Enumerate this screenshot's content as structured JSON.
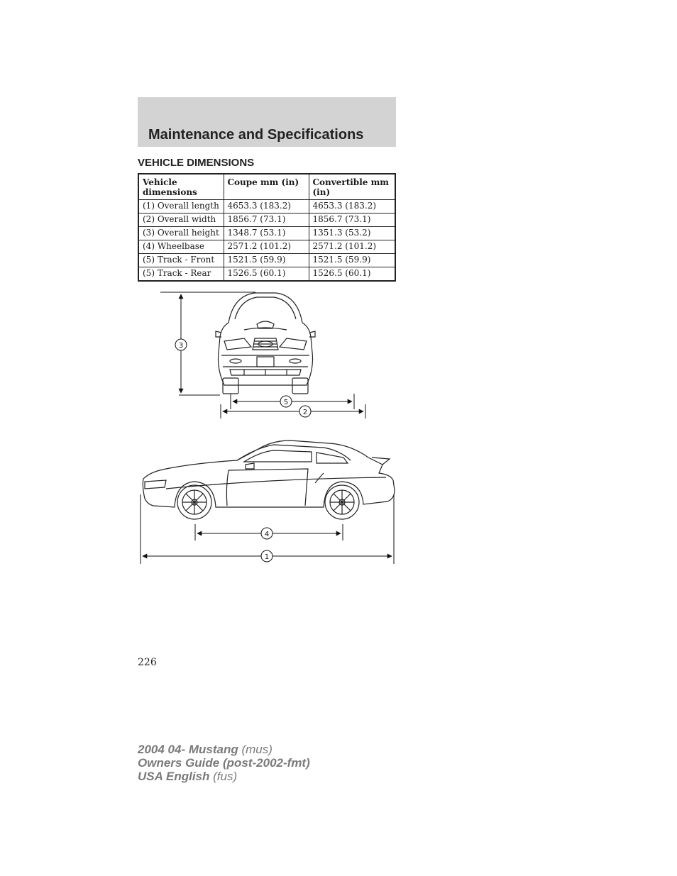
{
  "header": {
    "title": "Maintenance and Specifications"
  },
  "section": {
    "heading": "VEHICLE DIMENSIONS"
  },
  "table": {
    "columns": [
      "Vehicle dimensions",
      "Coupe mm (in)",
      "Convertible mm (in)"
    ],
    "rows": [
      [
        "(1) Overall length",
        "4653.3 (183.2)",
        "4653.3 (183.2)"
      ],
      [
        "(2) Overall width",
        "1856.7 (73.1)",
        "1856.7 (73.1)"
      ],
      [
        "(3) Overall height",
        "1348.7 (53.1)",
        "1351.3 (53.2)"
      ],
      [
        "(4) Wheelbase",
        "2571.2 (101.2)",
        "2571.2 (101.2)"
      ],
      [
        "(5) Track - Front",
        "1521.5 (59.9)",
        "1521.5 (59.9)"
      ],
      [
        "(5) Track - Rear",
        "1526.5 (60.1)",
        "1526.5 (60.1)"
      ]
    ]
  },
  "diagram": {
    "callouts": {
      "overall_length": "1",
      "overall_width": "2",
      "overall_height": "3",
      "wheelbase": "4",
      "track": "5"
    }
  },
  "page_number": "226",
  "footer": {
    "line1_bold": "2004 04- Mustang",
    "line1_code": "(mus)",
    "line2_bold": "Owners Guide (post-2002-fmt)",
    "line3_bold": "USA English",
    "line3_code": "(fus)"
  }
}
